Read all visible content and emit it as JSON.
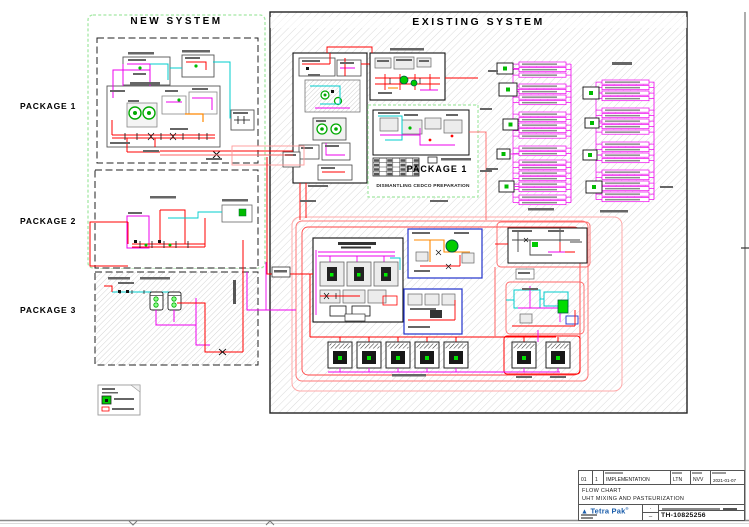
{
  "drawing": {
    "new_system_title": "NEW SYSTEM",
    "existing_system_title": "EXISTING SYSTEM",
    "package_labels": {
      "p1": "PACKAGE 1",
      "p2": "PACKAGE 2",
      "p3": "PACKAGE 3"
    },
    "existing_package1": {
      "title": "PACKAGE 1",
      "subtitle": "DISMANTLING CEDCO PREPARATION"
    }
  },
  "title_block": {
    "revision": {
      "rev": "01",
      "sheet": "1",
      "description": "IMPLEMENTATION",
      "drawn": "LTN",
      "checked": "NVV",
      "date": "2021-01-07"
    },
    "document_title_line1": "FLOW CHART",
    "document_title_line2": "UHT MIXING AND PASTEURIZATION",
    "company_name": "Tetra Pak",
    "registered_mark": "®",
    "field_dash": "–",
    "drawing_number": "TH-10825256"
  },
  "colors": {
    "piping_red": "#ff0000",
    "piping_magenta": "#ee00ee",
    "piping_cyan": "#00cccc",
    "equipment_green": "#00bb00",
    "piping_orange": "#ff8800",
    "boundary_green": "#a5e8a5",
    "detail_blue": "#2233cc",
    "tetra_pak_blue": "#1a5dab",
    "hatch_gray": "#dadada"
  }
}
